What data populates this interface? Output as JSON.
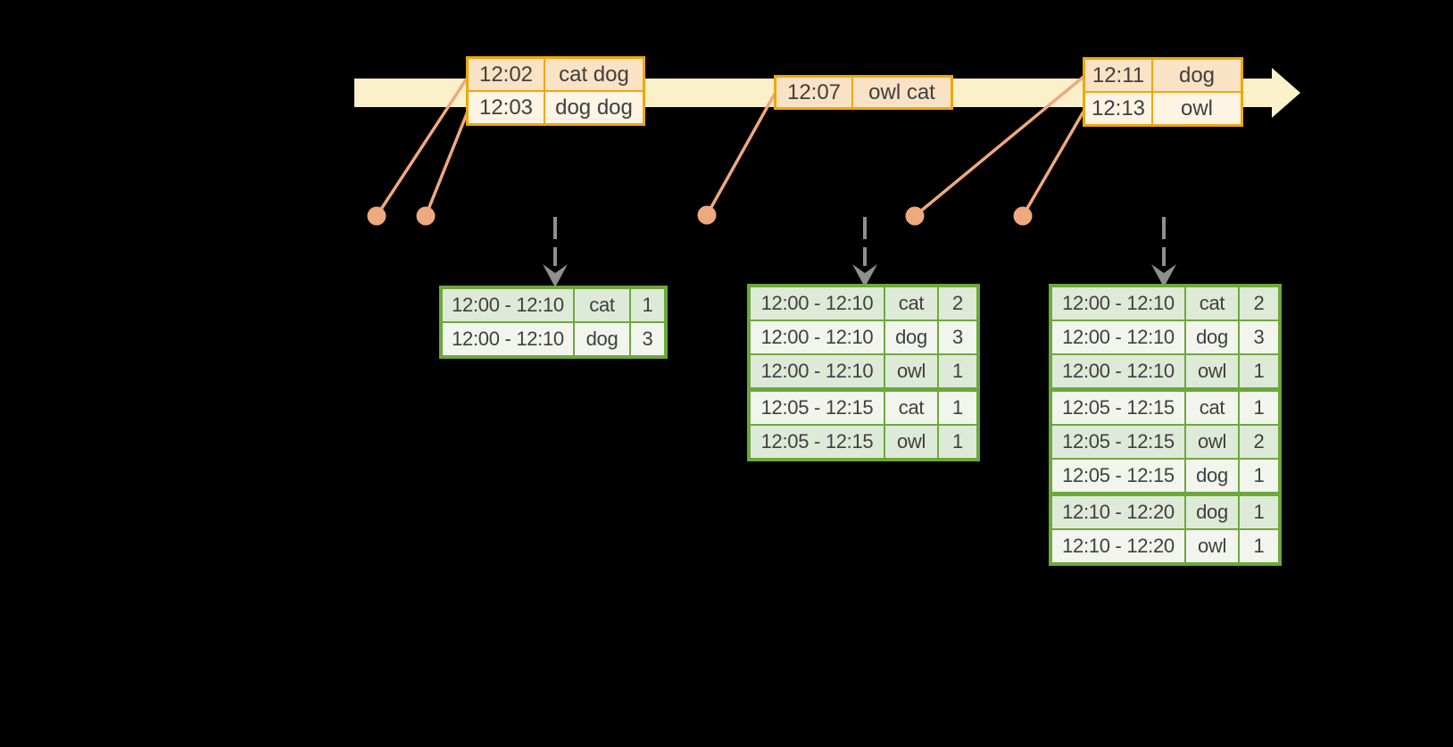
{
  "colors": {
    "background": "#000000",
    "timeline_fill": "#faf0c9",
    "orange_border": "#f0a70a",
    "event_row_peach": "#fae2c4",
    "event_row_cream": "#fdf4e3",
    "salmon": "#eea97e",
    "green_border": "#6ea83c",
    "result_row_green": "#deead8",
    "result_row_light": "#f2f5ee",
    "trigger_gray": "#8f8f8f",
    "text": "#3f3f3f"
  },
  "icons": {
    "timeline_arrowhead": "right-arrow",
    "trigger_arrow": "dashed-down-arrow",
    "event_dot": "circle"
  },
  "event_tables": [
    {
      "rows": [
        {
          "time": "12:02",
          "words": "cat dog"
        },
        {
          "time": "12:03",
          "words": "dog dog"
        }
      ]
    },
    {
      "rows": [
        {
          "time": "12:07",
          "words": "owl cat"
        }
      ]
    },
    {
      "rows": [
        {
          "time": "12:11",
          "words": "dog"
        },
        {
          "time": "12:13",
          "words": "owl"
        }
      ]
    }
  ],
  "result_tables": [
    {
      "rows": [
        {
          "window": "12:00 - 12:10",
          "word": "cat",
          "count": "1"
        },
        {
          "window": "12:00 - 12:10",
          "word": "dog",
          "count": "3"
        }
      ]
    },
    {
      "rows": [
        {
          "window": "12:00 - 12:10",
          "word": "cat",
          "count": "2"
        },
        {
          "window": "12:00 - 12:10",
          "word": "dog",
          "count": "3"
        },
        {
          "window": "12:00 - 12:10",
          "word": "owl",
          "count": "1"
        },
        {
          "window": "12:05 - 12:15",
          "word": "cat",
          "count": "1"
        },
        {
          "window": "12:05 - 12:15",
          "word": "owl",
          "count": "1"
        }
      ]
    },
    {
      "rows": [
        {
          "window": "12:00 - 12:10",
          "word": "cat",
          "count": "2"
        },
        {
          "window": "12:00 - 12:10",
          "word": "dog",
          "count": "3"
        },
        {
          "window": "12:00 - 12:10",
          "word": "owl",
          "count": "1"
        },
        {
          "window": "12:05 - 12:15",
          "word": "cat",
          "count": "1"
        },
        {
          "window": "12:05 - 12:15",
          "word": "owl",
          "count": "2"
        },
        {
          "window": "12:05 - 12:15",
          "word": "dog",
          "count": "1"
        },
        {
          "window": "12:10 - 12:20",
          "word": "dog",
          "count": "1"
        },
        {
          "window": "12:10 - 12:20",
          "word": "owl",
          "count": "1"
        }
      ]
    }
  ]
}
